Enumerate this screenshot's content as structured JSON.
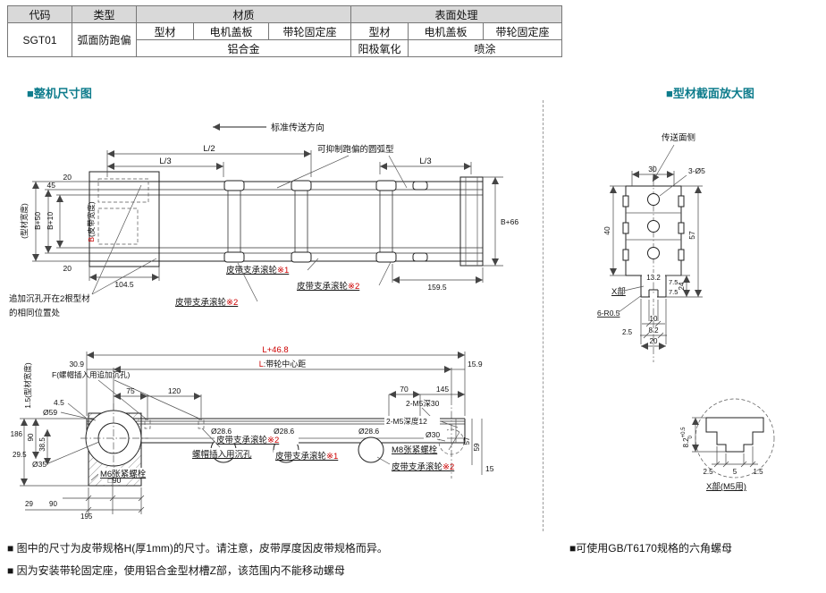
{
  "colors": {
    "heading": "#0e7c8c",
    "accent_red": "#cc0000",
    "table_header_bg": "#d9d9d9"
  },
  "table": {
    "h_code": "代码",
    "h_type": "类型",
    "h_material": "材质",
    "h_surface": "表面处理",
    "sub": [
      "型材",
      "电机盖板",
      "带轮固定座",
      "型材",
      "电机盖板",
      "带轮固定座"
    ],
    "code": "SGT01",
    "type": "弧面防跑偏",
    "material_value": "铝合金",
    "surface_profile": "阳极氧化",
    "surface_cover": "喷涂"
  },
  "titles": {
    "overall": "■整机尺寸图",
    "section": "■型材截面放大图"
  },
  "common": {
    "roller": "皮带支承滚轮",
    "ref1": "※1",
    "ref2": "※2"
  },
  "top_view": {
    "direction": "标准传送方向",
    "arc_note": "可抑制跑偏的圆弧型",
    "l2": "L/2",
    "l3a": "L/3",
    "l3b": "L/3",
    "d20a": "20",
    "d45": "45",
    "d20b": "20",
    "b50": "B+50",
    "b10": "B+10",
    "profile_width": "(型材宽度)",
    "belt_b": "B",
    "belt_rest": "(皮带宽度)",
    "b66": "B+66",
    "d104": "104.5",
    "d159": "159.5",
    "note1": "追加沉孔开在2根型材",
    "note2": "的相同位置处"
  },
  "side_view": {
    "lvar": "L",
    "l_total": "+46.8",
    "l_center": ":带轮中心距",
    "d30_9": "30.9",
    "d15_9": "15.9",
    "f_note": "F(螺帽插入用追加沉孔)",
    "d75": "75",
    "d120": "120",
    "d4_5": "4.5",
    "dia59": "Ø59",
    "dia35": "Ø35",
    "side_label": "1.5(型材宽度)",
    "d186": "186",
    "d90v": "90",
    "d38_5": "38.5",
    "d29_5": "29.5",
    "sq90": "□90",
    "d29": "29",
    "d90": "90",
    "d195": "195",
    "m6": "M6张紧螺栓",
    "m8": "M8张紧螺栓",
    "nut_cb": "螺帽插入用沉孔",
    "dia28": "Ø28.6",
    "d70": "70",
    "d145": "145",
    "m5a": "2-M5深30",
    "m5b": "2-M5深度12",
    "dia30": "Ø30",
    "d57": "57",
    "d59": "59",
    "d15": "15"
  },
  "cross_section": {
    "face": "传送面侧",
    "d30": "30",
    "holes": "3-Ø5",
    "d40": "40",
    "d57": "57",
    "d13_2": "13.2",
    "d24": "24",
    "d7_5a": "7.5",
    "d7_5b": "7.5",
    "xpart": "X部",
    "r05": "6-R0.5",
    "d10": "10",
    "d8_2": "8.2",
    "d2_5": "2.5",
    "d20": "20",
    "detail": {
      "d8_2": "8.2",
      "tol_up": "+0.5",
      "tol_low": "0",
      "d2_5": "2.5",
      "d5": "5",
      "d1_5": "1.5",
      "label": "X部(M5用)"
    }
  },
  "notes": {
    "n1": "■ 图中的尺寸为皮带规格H(厚1mm)的尺寸。请注意，皮带厚度因皮带规格而异。",
    "n2": "■ 因为安装带轮固定座，使用铝合金型材槽Z部，该范围内不能移动螺母",
    "n3": "■可使用GB/T6170规格的六角螺母"
  }
}
